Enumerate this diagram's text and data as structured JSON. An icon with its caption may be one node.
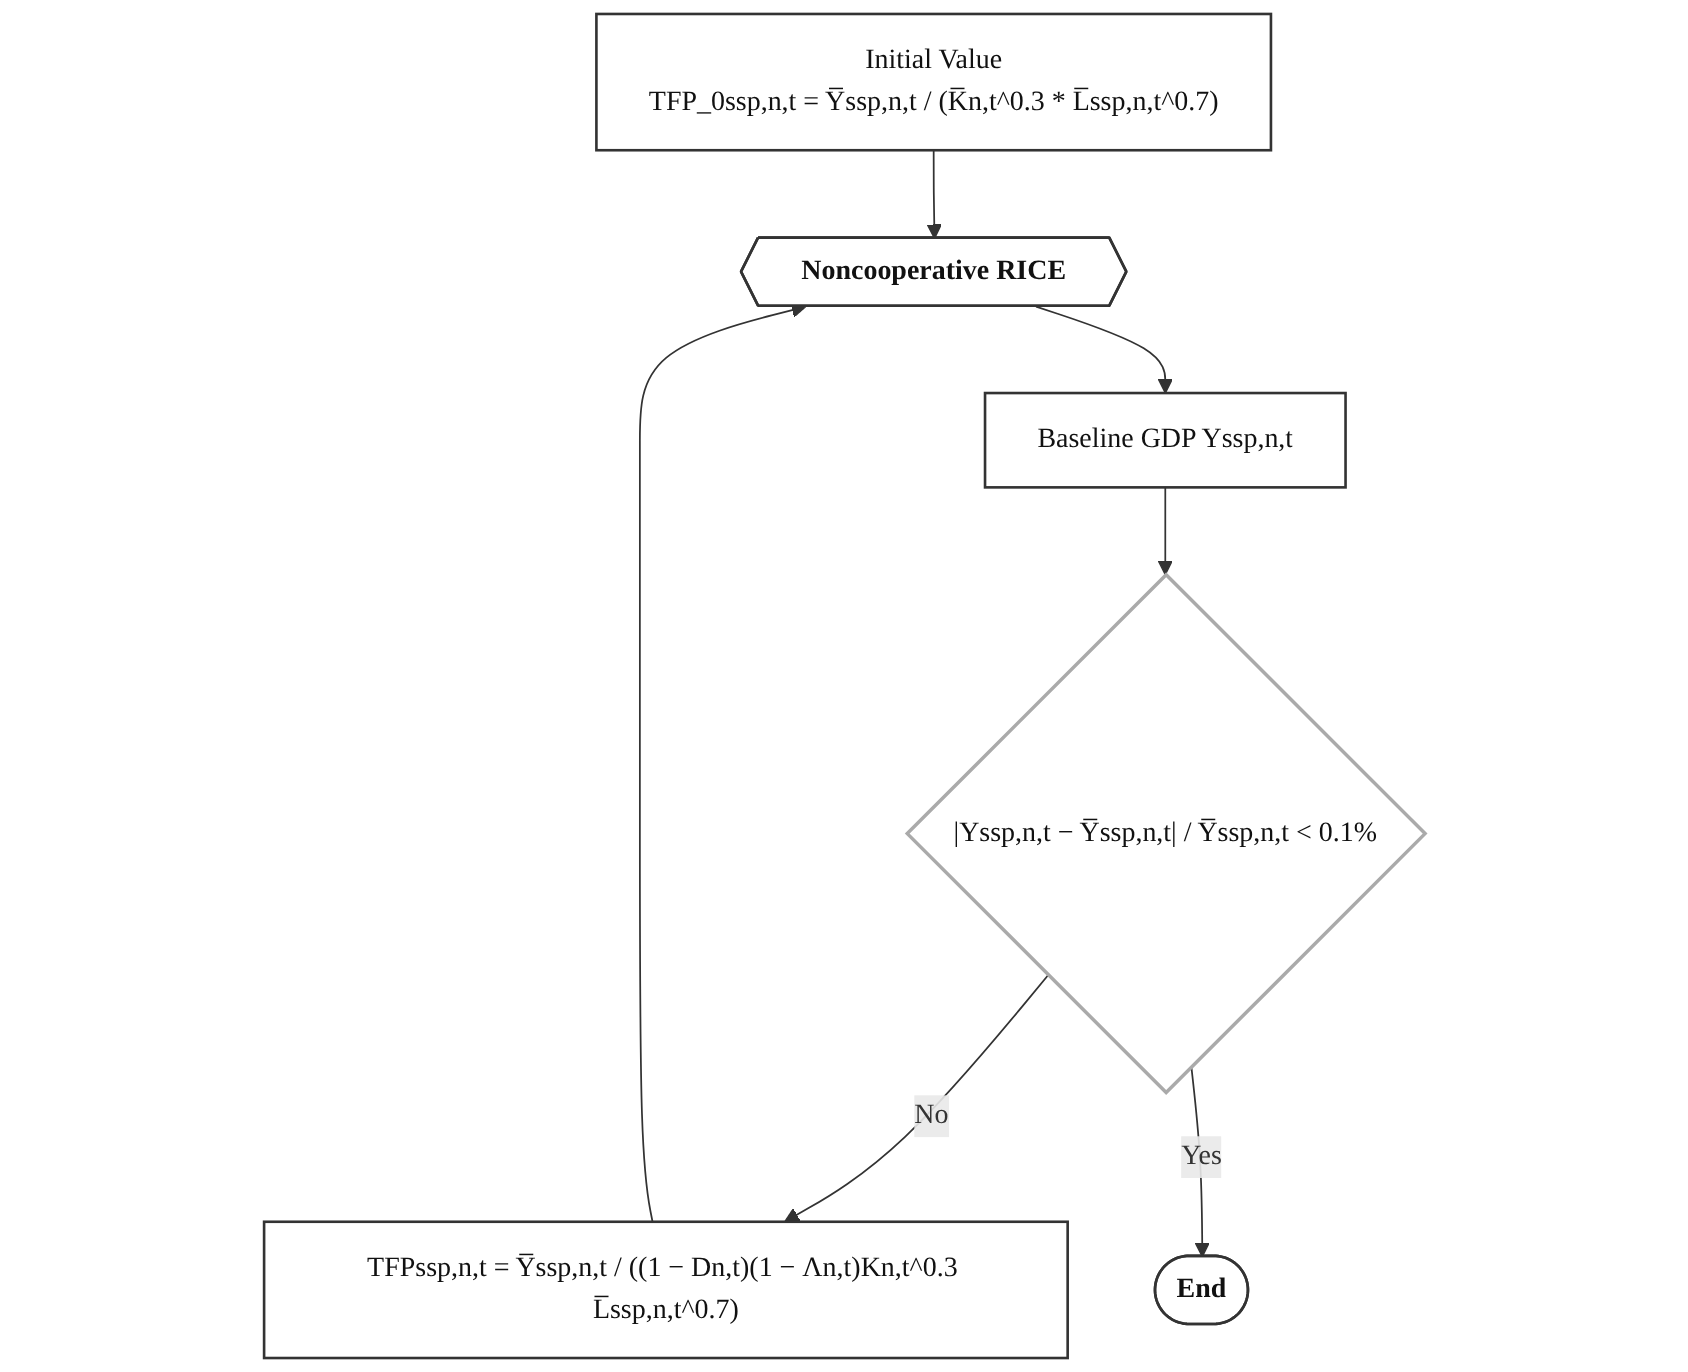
{
  "diagram": {
    "nodes": [
      {
        "text": [
          "Initial Value",
          "TFP_0ssp,n,t = Y̅ssp,n,t / (K̅n,t^0.3 * L̅ssp,n,t^0.7)"
        ]
      },
      {
        "text": [
          "Noncooperative RICE"
        ]
      },
      {
        "text": [
          "Baseline GDP Yssp,n,t"
        ]
      },
      {
        "text": [
          "|Yssp,n,t − Y̅ssp,n,t| / Y̅ssp,n,t < 0.1%"
        ]
      },
      {
        "text": [
          "TFPssp,n,t = Y̅ssp,n,t / ((1 − Dn,t)(1 − Λn,t)Kn,t^0.3 L̅ssp,n,t^0.7)"
        ]
      },
      {
        "text": [
          "End"
        ]
      }
    ],
    "edges": [
      {
        "from": 0,
        "to": 1,
        "arrow": "to"
      },
      {
        "from": 1,
        "to": 2,
        "arrow": "to"
      },
      {
        "from": 2,
        "to": 3,
        "arrow": "to"
      },
      {
        "from": 3,
        "to": 4,
        "arrow": "to",
        "label": "No"
      },
      {
        "from": 4,
        "to": 1,
        "arrow": "to"
      },
      {
        "from": 3,
        "to": 5,
        "arrow": "to",
        "label": "Yes"
      }
    ]
  }
}
